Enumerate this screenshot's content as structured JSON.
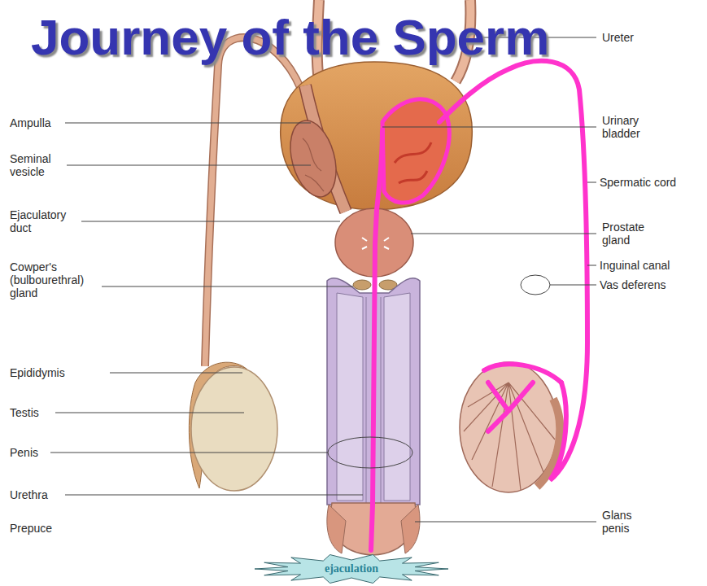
{
  "diagram": {
    "title": "Journey of the Sperm",
    "nodes": [
      {
        "text": [
          "ejaculation"
        ]
      }
    ],
    "labels": [
      "Ureter",
      "Ampulla",
      "Urinary bladder",
      "Seminal vesicle",
      "Spermatic cord",
      "Ejaculatory duct",
      "Prostate gland",
      "Cowper's (bulbourethral) gland",
      "Inguinal canal",
      "Vas deferens",
      "Epididymis",
      "Testis",
      "Penis",
      "Urethra",
      "Prepuce",
      "Glans penis"
    ]
  }
}
